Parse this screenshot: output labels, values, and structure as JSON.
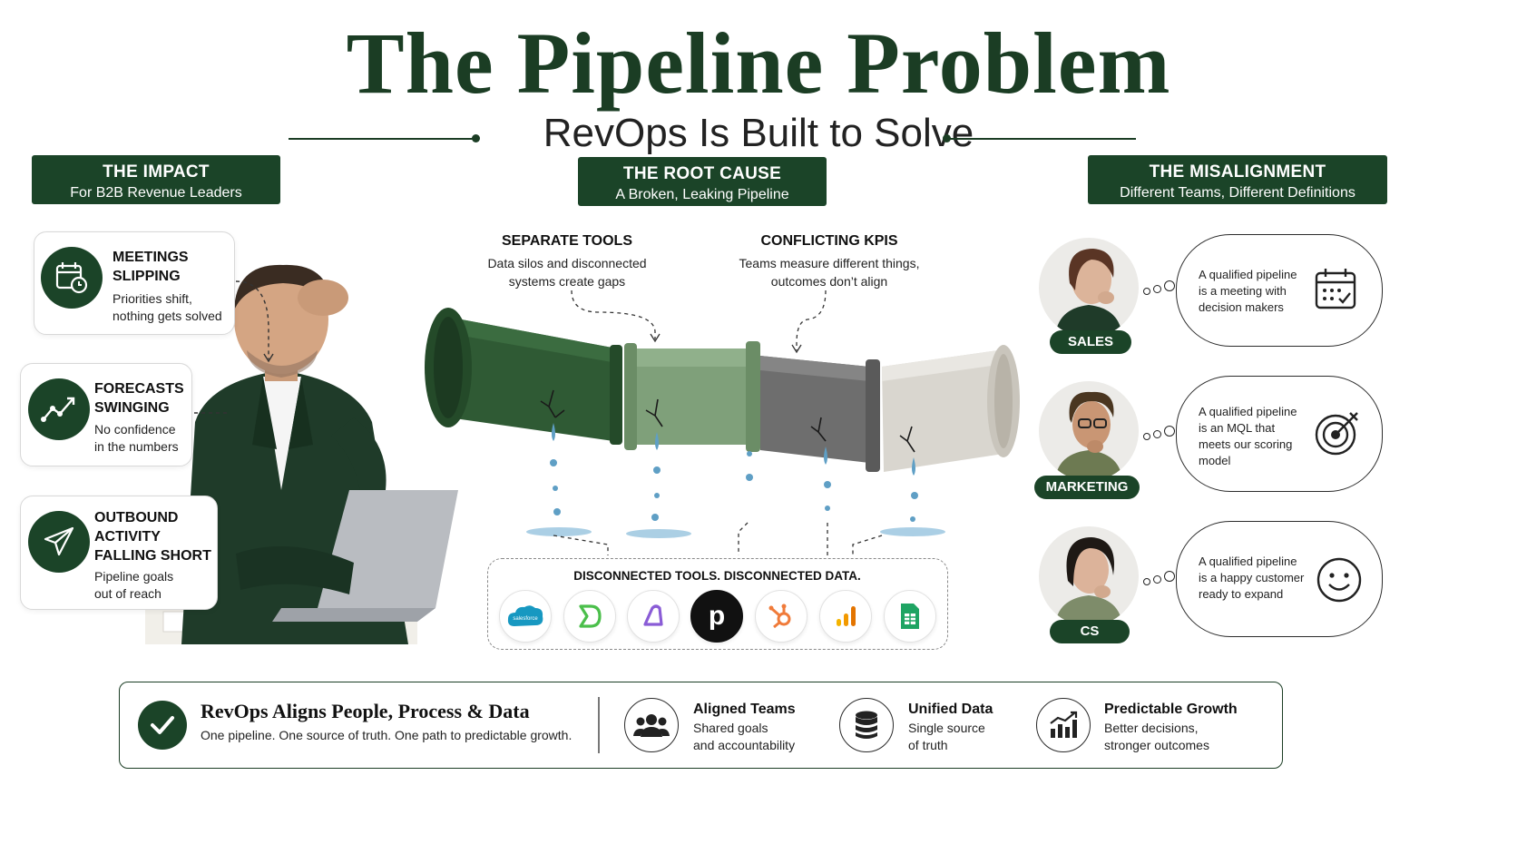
{
  "header": {
    "title": "The Pipeline Problem",
    "subtitle": "RevOps Is Built to Solve"
  },
  "sections": {
    "impact": {
      "title": "THE IMPACT",
      "subtitle": "For B2B Revenue Leaders"
    },
    "root_cause": {
      "title": "THE ROOT CAUSE",
      "subtitle": "A Broken, Leaking Pipeline"
    },
    "misalignment": {
      "title": "THE MISALIGNMENT",
      "subtitle": "Different Teams, Different Definitions"
    }
  },
  "impact_cards": [
    {
      "title_l1": "MEETINGS",
      "title_l2": "SLIPPING",
      "title_l3": "",
      "desc_l1": "Priorities shift,",
      "desc_l2": "nothing gets solved",
      "icon": "calendar-clock-icon"
    },
    {
      "title_l1": "FORECASTS",
      "title_l2": "SWINGING",
      "title_l3": "",
      "desc_l1": "No confidence",
      "desc_l2": "in the numbers",
      "icon": "trend-line-icon"
    },
    {
      "title_l1": "OUTBOUND",
      "title_l2": "ACTIVITY",
      "title_l3": "FALLING SHORT",
      "desc_l1": "Pipeline goals",
      "desc_l2": "out of reach",
      "icon": "paper-plane-icon"
    }
  ],
  "root_cause": {
    "separate_tools": {
      "title": "SEPARATE TOOLS",
      "desc_l1": "Data silos and disconnected",
      "desc_l2": "systems create gaps"
    },
    "conflicting_kpis": {
      "title": "CONFLICTING KPIS",
      "desc_l1": "Teams measure different things,",
      "desc_l2": "outcomes don’t align"
    },
    "tools_box_title": "DISCONNECTED TOOLS. DISCONNECTED DATA.",
    "tool_icons": [
      "salesforce-icon",
      "dialpad-icon",
      "clari-icon",
      "pipedrive-icon",
      "hubspot-icon",
      "analytics-icon",
      "sheets-icon"
    ],
    "salesforce_text": "salesforce",
    "pipedrive_text": "p"
  },
  "teams": [
    {
      "role": "SALES",
      "l1": "A qualified pipeline",
      "l2": "is a meeting with",
      "l3": "decision makers",
      "l4": "",
      "icon": "calendar-check-icon"
    },
    {
      "role": "MARKETING",
      "l1": "A qualified pipeline",
      "l2": "is an MQL that",
      "l3": "meets our scoring",
      "l4": "model",
      "icon": "target-icon"
    },
    {
      "role": "CS",
      "l1": "A qualified pipeline",
      "l2": "is a happy customer",
      "l3": "ready to expand",
      "l4": "",
      "icon": "smiley-icon"
    }
  ],
  "bottom": {
    "headline": "RevOps Aligns People, Process & Data",
    "tagline": "One pipeline. One source of truth. One path to predictable growth.",
    "pillars": [
      {
        "title": "Aligned Teams",
        "d1": "Shared goals",
        "d2": "and accountability",
        "icon": "people-icon"
      },
      {
        "title": "Unified Data",
        "d1": "Single source",
        "d2": "of truth",
        "icon": "database-icon"
      },
      {
        "title": "Predictable Growth",
        "d1": "Better decisions,",
        "d2": "stronger outcomes",
        "icon": "growth-chart-icon"
      }
    ]
  },
  "colors": {
    "brand_green": "#1b4428",
    "title_green": "#1b3d24",
    "pipe_dark": "#2f5a34",
    "pipe_light": "#7fa07a",
    "pipe_gray": "#6e6e6e",
    "pipe_cream": "#d9d6cf",
    "water": "#5f9fc5"
  }
}
